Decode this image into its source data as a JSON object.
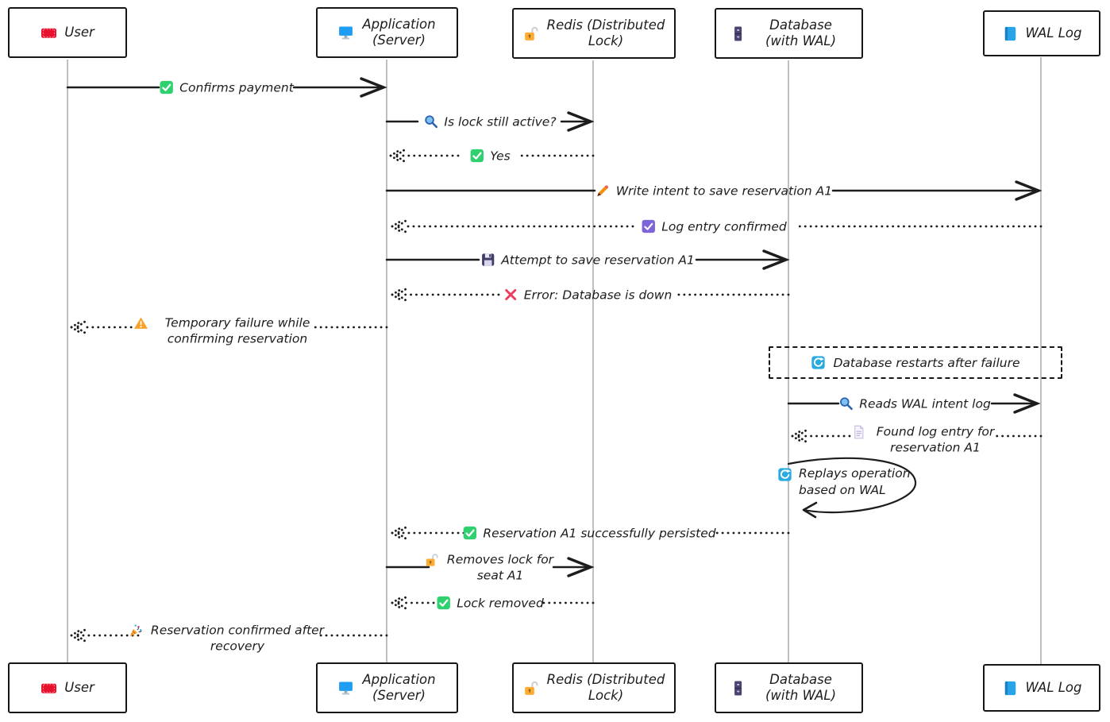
{
  "diagram_type": "sequence-diagram",
  "actors": [
    {
      "id": "user",
      "icon": "ticket-icon",
      "label": "User"
    },
    {
      "id": "app",
      "icon": "monitor-icon",
      "label": "Application (Server)"
    },
    {
      "id": "redis",
      "icon": "lock-open-icon",
      "label": "Redis (Distributed Lock)"
    },
    {
      "id": "db",
      "icon": "database-icon",
      "label": "Database (with WAL)"
    },
    {
      "id": "wal",
      "icon": "book-icon",
      "label": "WAL Log"
    }
  ],
  "messages": [
    {
      "from": "user",
      "to": "app",
      "style": "solid",
      "icon": "check-icon",
      "label": "Confirms payment"
    },
    {
      "from": "app",
      "to": "redis",
      "style": "solid",
      "icon": "search-icon",
      "label": "Is lock still active?"
    },
    {
      "from": "redis",
      "to": "app",
      "style": "dotted",
      "icon": "check-icon",
      "label": "Yes"
    },
    {
      "from": "app",
      "to": "wal",
      "style": "solid",
      "icon": "pencil-icon",
      "label": "Write intent to save reservation A1"
    },
    {
      "from": "wal",
      "to": "app",
      "style": "dotted",
      "icon": "ballot-check-icon",
      "label": "Log entry confirmed"
    },
    {
      "from": "app",
      "to": "db",
      "style": "solid",
      "icon": "floppy-icon",
      "label": "Attempt to save reservation A1"
    },
    {
      "from": "db",
      "to": "app",
      "style": "dotted",
      "icon": "x-icon",
      "label": "Error: Database is down"
    },
    {
      "from": "app",
      "to": "user",
      "style": "dotted",
      "icon": "warning-icon",
      "label": "Temporary failure while confirming reservation"
    },
    {
      "from": "db",
      "to": "wal",
      "style": "solid",
      "icon": "search-icon",
      "label": "Reads WAL intent log"
    },
    {
      "from": "wal",
      "to": "db",
      "style": "dotted",
      "icon": "page-icon",
      "label": "Found log entry for reservation A1"
    },
    {
      "from": "db",
      "to": "app",
      "style": "dotted",
      "icon": "check-icon",
      "label": "Reservation A1 successfully persisted"
    },
    {
      "from": "app",
      "to": "redis",
      "style": "solid",
      "icon": "lock-open-icon",
      "label": "Removes lock for seat A1"
    },
    {
      "from": "redis",
      "to": "app",
      "style": "dotted",
      "icon": "check-icon",
      "label": "Lock removed"
    },
    {
      "from": "app",
      "to": "user",
      "style": "dotted",
      "icon": "party-icon",
      "label": "Reservation confirmed after recovery"
    }
  ],
  "note": {
    "over": [
      "db",
      "wal"
    ],
    "icon": "replay-icon",
    "label": "Database restarts after failure"
  },
  "self_message": {
    "actor": "db",
    "icon": "replay-icon",
    "label": "Replays operation based on WAL"
  },
  "colors": {
    "line": "#1d1d1d",
    "lifeline": "#b0b0b0",
    "check_green": "#2fd06e",
    "ballot_purple": "#7d64d8",
    "replay_blue": "#29abe2",
    "error_red": "#ef3a5d",
    "warning_orange": "#f7a12c",
    "lock_amber": "#ffac33",
    "pencil_orange": "#f4900c",
    "ticket_red": "#e8112d",
    "monitor_blue": "#1e9df2",
    "book_blue": "#28a4e9",
    "search_blue": "#2a63ad"
  }
}
